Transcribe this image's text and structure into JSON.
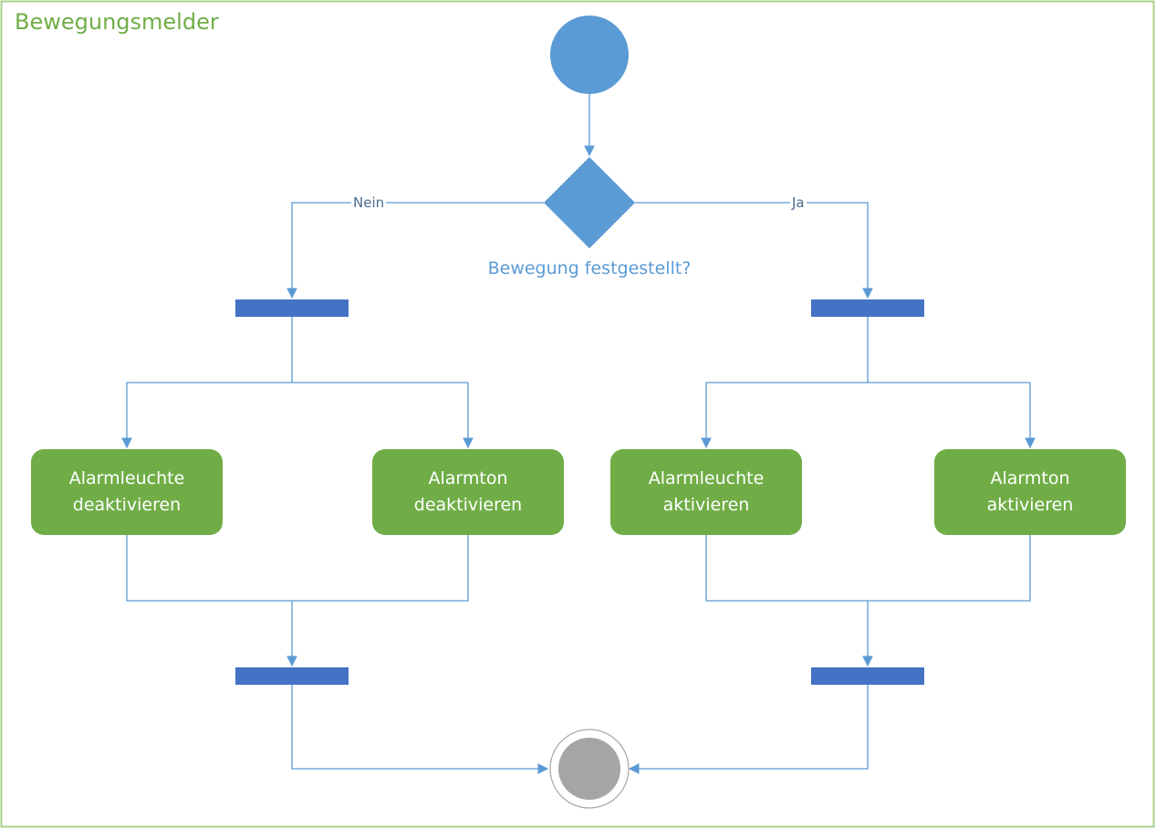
{
  "diagram": {
    "title": "Bewegungsmelder",
    "decision": {
      "question": "Bewegung festgestellt?",
      "no_label": "Nein",
      "yes_label": "Ja"
    },
    "actions": {
      "light_off": {
        "line1": "Alarmleuchte",
        "line2": "deaktivieren"
      },
      "sound_off": {
        "line1": "Alarmton",
        "line2": "deaktivieren"
      },
      "light_on": {
        "line1": "Alarmleuchte",
        "line2": "aktivieren"
      },
      "sound_on": {
        "line1": "Alarmton",
        "line2": "aktivieren"
      }
    }
  },
  "colors": {
    "frame_border": "#A9D18E",
    "title": "#70AD47",
    "start_node": "#5B9BD5",
    "decision_node": "#5B9BD5",
    "bar": "#4472C4",
    "action": "#70AD47",
    "edge": "#5B9BD5",
    "end_node": "#A5A5A5"
  }
}
